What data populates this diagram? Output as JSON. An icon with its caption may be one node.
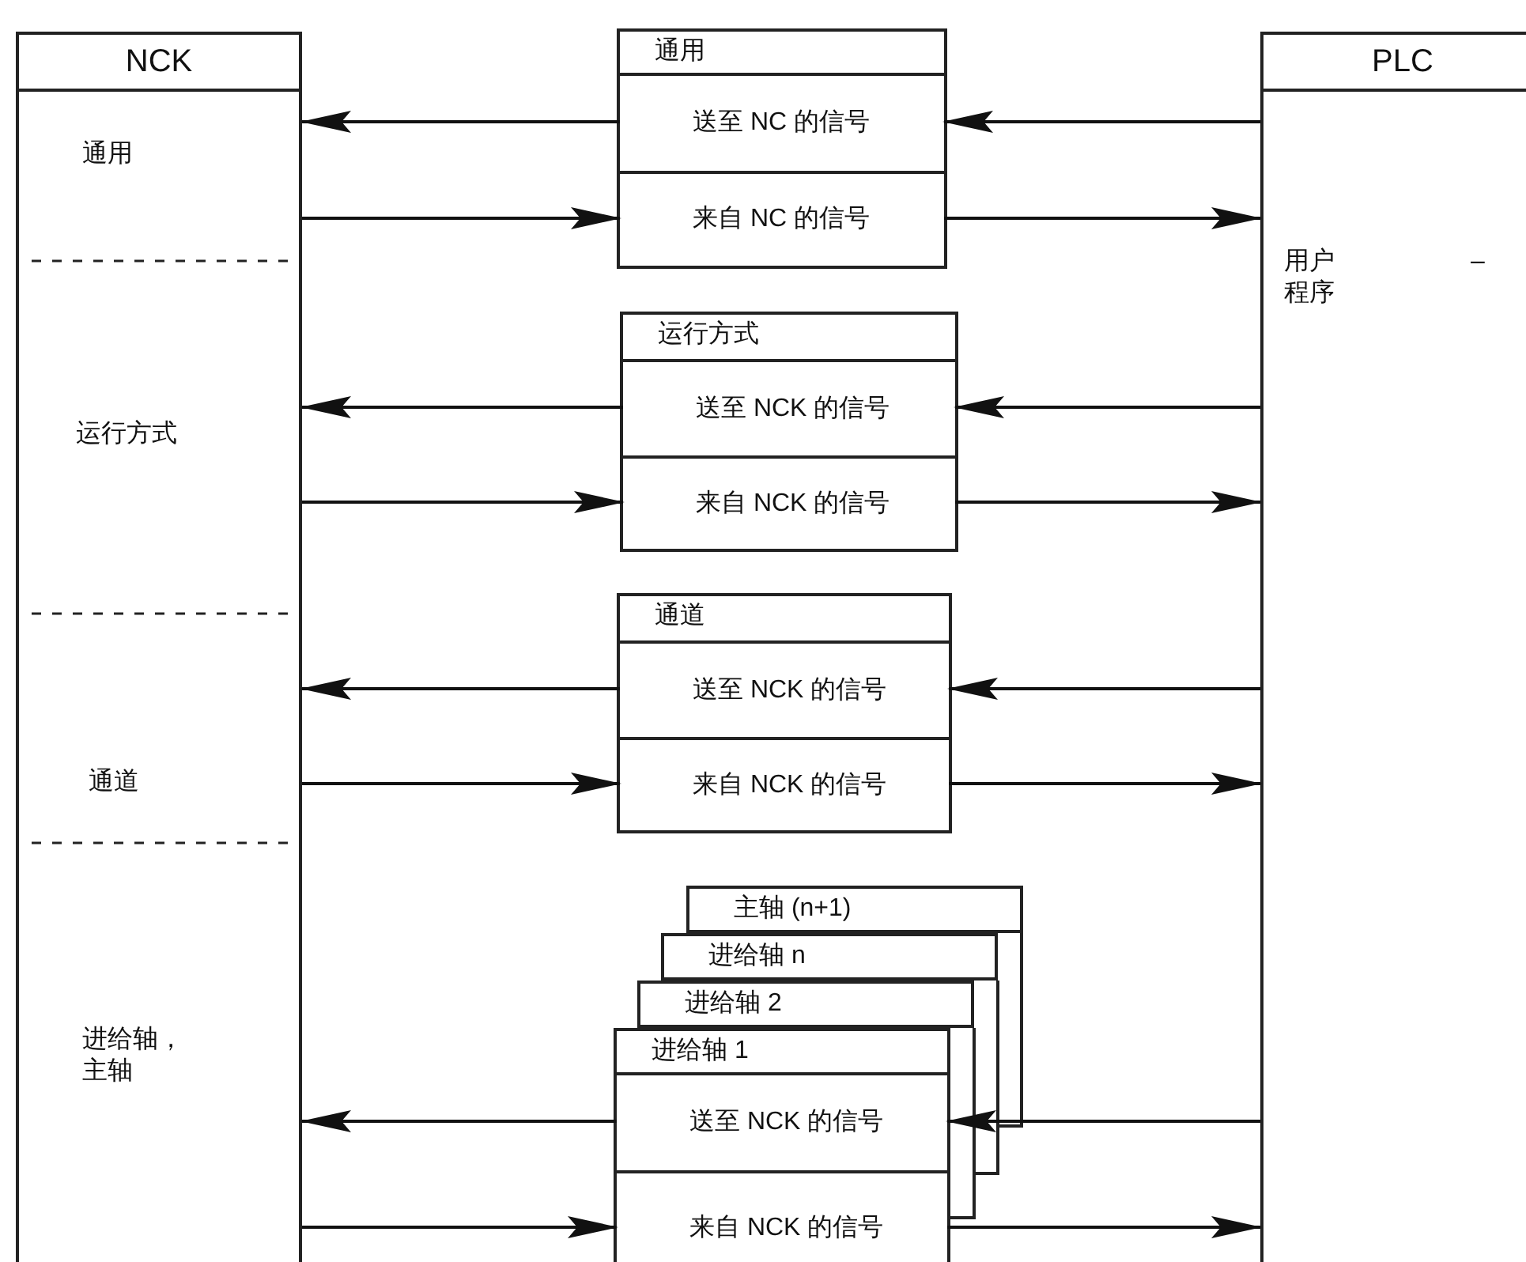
{
  "diagram": {
    "nodes": [
      {
        "text": [
          "NCK"
        ]
      },
      {
        "text": [
          "PLC"
        ]
      },
      {
        "text": [
          "通用"
        ]
      },
      {
        "text": [
          "送至 NC 的信号"
        ],
        "in": 2
      },
      {
        "text": [
          "来自 NC 的信号"
        ],
        "in": 2
      },
      {
        "text": [
          "运行方式"
        ]
      },
      {
        "text": [
          "送至 NCK 的信号"
        ],
        "in": 5
      },
      {
        "text": [
          "来自 NCK 的信号"
        ],
        "in": 5
      },
      {
        "text": [
          "通道"
        ]
      },
      {
        "text": [
          "送至 NCK 的信号"
        ],
        "in": 8
      },
      {
        "text": [
          "来自 NCK 的信号"
        ],
        "in": 8
      },
      {
        "text": [
          "主轴 (n+1)"
        ]
      },
      {
        "text": [
          "进给轴 n"
        ]
      },
      {
        "text": [
          "进给轴 2"
        ]
      },
      {
        "text": [
          "进给轴 1"
        ]
      },
      {
        "text": [
          "送至 NCK 的信号"
        ],
        "in": 14
      },
      {
        "text": [
          "来自 NCK 的信号"
        ],
        "in": 14
      }
    ],
    "edges": [
      {
        "from": 1,
        "to": 3,
        "arrow": "to"
      },
      {
        "from": 3,
        "to": 0,
        "arrow": "to"
      },
      {
        "from": 0,
        "to": 4,
        "arrow": "to"
      },
      {
        "from": 4,
        "to": 1,
        "arrow": "to"
      },
      {
        "from": 1,
        "to": 6,
        "arrow": "to"
      },
      {
        "from": 6,
        "to": 0,
        "arrow": "to"
      },
      {
        "from": 0,
        "to": 7,
        "arrow": "to"
      },
      {
        "from": 7,
        "to": 1,
        "arrow": "to"
      },
      {
        "from": 1,
        "to": 9,
        "arrow": "to"
      },
      {
        "from": 9,
        "to": 0,
        "arrow": "to"
      },
      {
        "from": 0,
        "to": 10,
        "arrow": "to"
      },
      {
        "from": 10,
        "to": 1,
        "arrow": "to"
      },
      {
        "from": 1,
        "to": 15,
        "arrow": "to"
      },
      {
        "from": 15,
        "to": 0,
        "arrow": "to"
      },
      {
        "from": 0,
        "to": 16,
        "arrow": "to"
      },
      {
        "from": 16,
        "to": 1,
        "arrow": "to"
      }
    ],
    "labels": [
      "通用",
      "运行方式",
      "通道",
      "进给轴，主轴",
      "用户",
      "–",
      "程序"
    ]
  }
}
